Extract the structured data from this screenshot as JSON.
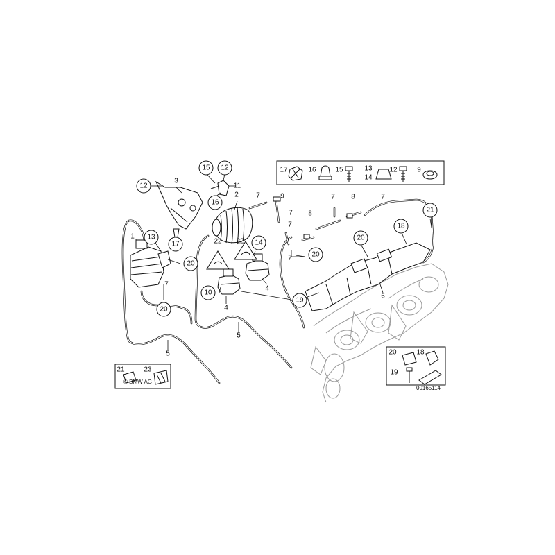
{
  "diagram_id": "00165114",
  "copyright": "© BMW AG",
  "callouts": {
    "c1": "1",
    "c2": "2",
    "c3": "3",
    "c4a": "4",
    "c4b": "4",
    "c5a": "5",
    "c5b": "5",
    "c6": "6",
    "c7a": "7",
    "c7b": "7",
    "c7c": "7",
    "c7d": "7",
    "c7e": "7",
    "c7f": "7",
    "c7g": "7",
    "c8a": "8",
    "c8b": "8",
    "c9": "9",
    "c10": "10",
    "c11": "11",
    "c12a": "12",
    "c12b": "12",
    "c13": "13",
    "c14": "14",
    "c15": "15",
    "c16": "16",
    "c17": "17",
    "c18": "18",
    "c19": "19",
    "c20a": "20",
    "c20b": "20",
    "c20c": "20",
    "c20d": "20",
    "c21": "21",
    "c22a": "22",
    "c22b": "22"
  },
  "hardware_box": {
    "k17": "17",
    "k16": "16",
    "k15": "15",
    "k13": "13",
    "k14": "14",
    "k12": "12",
    "k9": "9"
  },
  "lower_right_box": {
    "k20": "20",
    "k18": "18",
    "k19": "19"
  },
  "lower_left_box": {
    "k21": "21",
    "k23": "23"
  }
}
